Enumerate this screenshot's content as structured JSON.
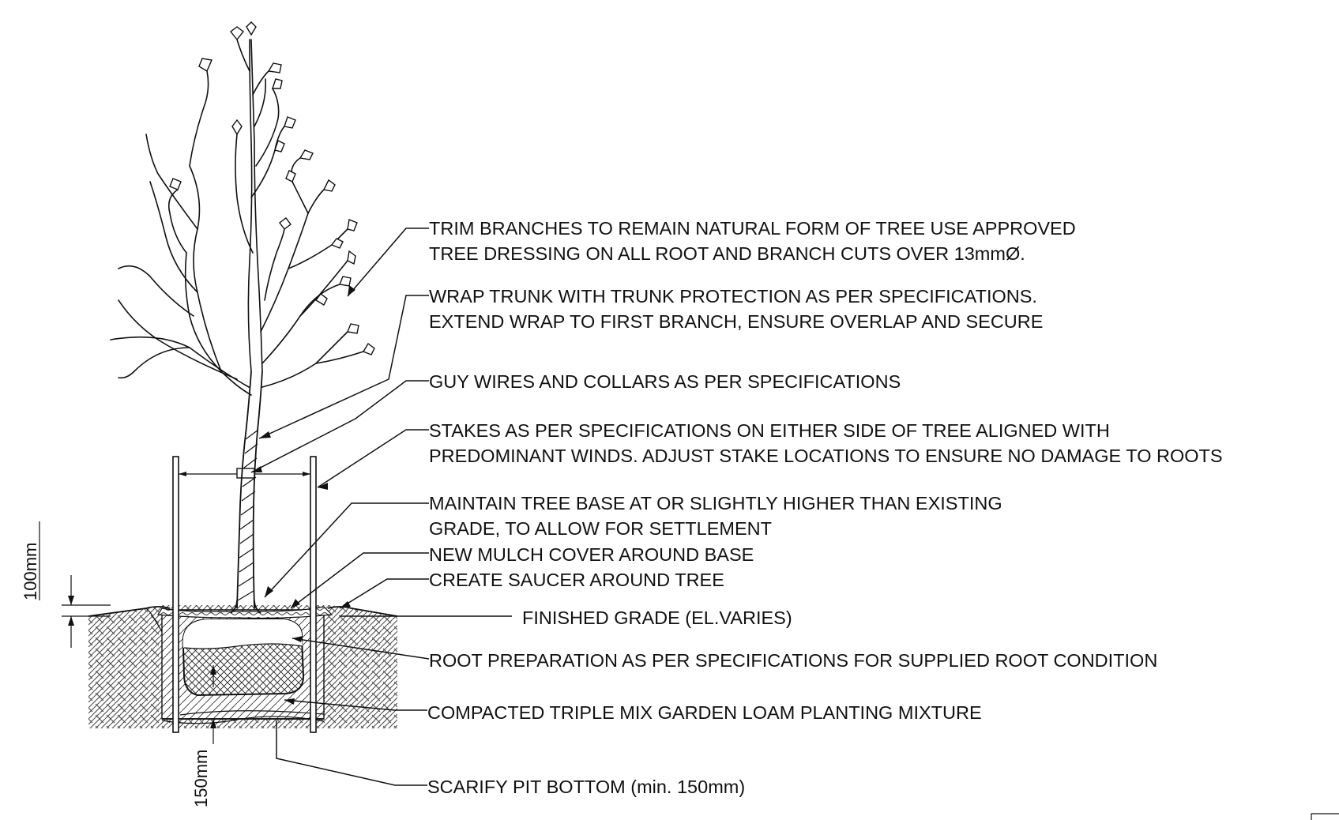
{
  "notes": {
    "trim_1": "TRIM BRANCHES TO REMAIN NATURAL FORM OF TREE USE APPROVED",
    "trim_2": "TREE DRESSING ON ALL ROOT AND BRANCH CUTS OVER 13mmØ.",
    "wrap_1": "WRAP TRUNK WITH TRUNK PROTECTION AS PER SPECIFICATIONS.",
    "wrap_2": "EXTEND WRAP TO FIRST BRANCH, ENSURE OVERLAP AND SECURE",
    "guy": "GUY WIRES AND COLLARS AS PER SPECIFICATIONS",
    "stakes_1": "STAKES AS PER SPECIFICATIONS ON EITHER SIDE OF TREE ALIGNED WITH",
    "stakes_2": "PREDOMINANT WINDS. ADJUST STAKE LOCATIONS TO ENSURE NO DAMAGE TO ROOTS",
    "base_1": "MAINTAIN TREE BASE AT OR SLIGHTLY HIGHER THAN EXISTING",
    "base_2": "GRADE, TO ALLOW FOR SETTLEMENT",
    "mulch": "NEW MULCH COVER AROUND BASE",
    "saucer": "CREATE SAUCER AROUND TREE",
    "grade": "FINISHED GRADE (EL.VARIES)",
    "root": "ROOT PREPARATION AS PER SPECIFICATIONS FOR SUPPLIED ROOT CONDITION",
    "loam": "COMPACTED TRIPLE MIX GARDEN LOAM PLANTING MIXTURE",
    "scarify": "SCARIFY PIT BOTTOM (min. 150mm)"
  },
  "dimensions": {
    "saucer_depth": "100mm",
    "scarify_depth": "150mm"
  }
}
